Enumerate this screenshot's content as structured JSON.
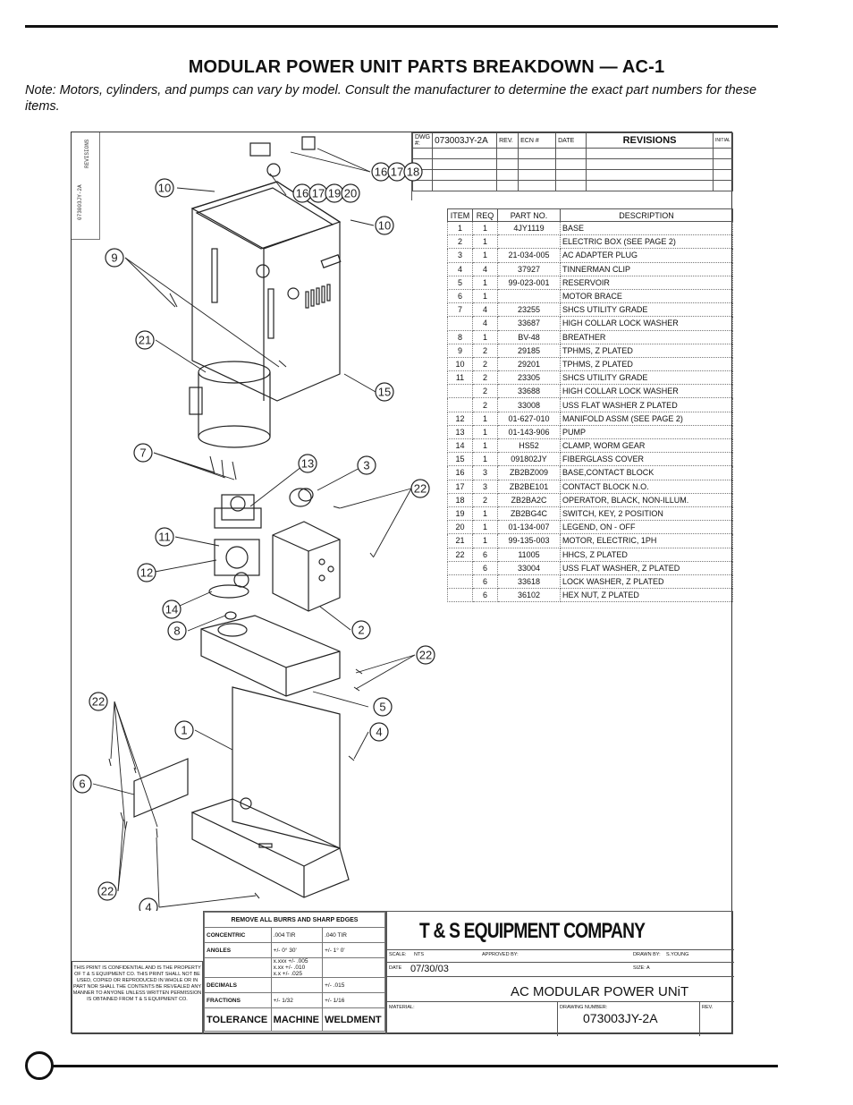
{
  "header": {
    "title": "MODULAR POWER UNIT PARTS BREAKDOWN — AC-1",
    "note": "Note:  Motors, cylinders, and pumps can vary by model.  Consult the manufacturer to determine the exact part numbers for these items."
  },
  "side_strip": {
    "label1": "073003JY-2A",
    "label2": "REVISIONS"
  },
  "revision_block": {
    "dwg_label": "DWG #:",
    "dwg_value": "073003JY-2A",
    "rev_label": "REV.",
    "ecn_label": "ECN #",
    "date_label": "DATE",
    "revisions_label": "REVISIONS",
    "initial_label": "INITIAL"
  },
  "parts_table": {
    "headers": {
      "item": "ITEM",
      "req": "REQ",
      "part": "PART NO.",
      "desc": "DESCRIPTION"
    },
    "rows": [
      {
        "item": "1",
        "req": "1",
        "part": "4JY1119",
        "desc": "BASE"
      },
      {
        "item": "2",
        "req": "1",
        "part": "",
        "desc": "ELECTRIC BOX (SEE PAGE 2)"
      },
      {
        "item": "3",
        "req": "1",
        "part": "21-034-005",
        "desc": "AC ADAPTER PLUG"
      },
      {
        "item": "4",
        "req": "4",
        "part": "37927",
        "desc": "TINNERMAN CLIP"
      },
      {
        "item": "5",
        "req": "1",
        "part": "99-023-001",
        "desc": "RESERVOIR"
      },
      {
        "item": "6",
        "req": "1",
        "part": "",
        "desc": "MOTOR BRACE"
      },
      {
        "item": "7",
        "req": "4",
        "part": "23255",
        "desc": "SHCS UTILITY GRADE"
      },
      {
        "item": "",
        "req": "4",
        "part": "33687",
        "desc": "HIGH COLLAR LOCK WASHER"
      },
      {
        "item": "8",
        "req": "1",
        "part": "BV-48",
        "desc": "BREATHER"
      },
      {
        "item": "9",
        "req": "2",
        "part": "29185",
        "desc": "TPHMS, Z PLATED"
      },
      {
        "item": "10",
        "req": "2",
        "part": "29201",
        "desc": "TPHMS, Z PLATED"
      },
      {
        "item": "11",
        "req": "2",
        "part": "23305",
        "desc": "SHCS UTILITY GRADE"
      },
      {
        "item": "",
        "req": "2",
        "part": "33688",
        "desc": "HIGH COLLAR LOCK WASHER"
      },
      {
        "item": "",
        "req": "2",
        "part": "33008",
        "desc": "USS FLAT WASHER Z PLATED"
      },
      {
        "item": "12",
        "req": "1",
        "part": "01-627-010",
        "desc": "MANIFOLD ASSM (SEE PAGE 2)"
      },
      {
        "item": "13",
        "req": "1",
        "part": "01-143-906",
        "desc": "PUMP"
      },
      {
        "item": "14",
        "req": "1",
        "part": "HS52",
        "desc": "CLAMP, WORM GEAR"
      },
      {
        "item": "15",
        "req": "1",
        "part": "091802JY",
        "desc": "FIBERGLASS COVER"
      },
      {
        "item": "16",
        "req": "3",
        "part": "ZB2BZ009",
        "desc": "BASE,CONTACT BLOCK"
      },
      {
        "item": "17",
        "req": "3",
        "part": "ZB2BE101",
        "desc": "CONTACT BLOCK N.O."
      },
      {
        "item": "18",
        "req": "2",
        "part": "ZB2BA2C",
        "desc": "OPERATOR, BLACK, NON-ILLUM."
      },
      {
        "item": "19",
        "req": "1",
        "part": "ZB2BG4C",
        "desc": "SWITCH, KEY, 2 POSITION"
      },
      {
        "item": "20",
        "req": "1",
        "part": "01-134-007",
        "desc": "LEGEND, ON - OFF"
      },
      {
        "item": "21",
        "req": "1",
        "part": "99-135-003",
        "desc": "MOTOR, ELECTRIC, 1PH"
      },
      {
        "item": "22",
        "req": "6",
        "part": "11005",
        "desc": "HHCS, Z PLATED"
      },
      {
        "item": "",
        "req": "6",
        "part": "33004",
        "desc": "USS FLAT WASHER, Z PLATED"
      },
      {
        "item": "",
        "req": "6",
        "part": "33618",
        "desc": "LOCK WASHER, Z PLATED"
      },
      {
        "item": "",
        "req": "6",
        "part": "36102",
        "desc": "HEX NUT, Z PLATED"
      }
    ]
  },
  "callouts": [
    "10",
    "16",
    "17",
    "18",
    "16",
    "17",
    "19",
    "20",
    "10",
    "9",
    "21",
    "15",
    "7",
    "13",
    "3",
    "22",
    "11",
    "12",
    "14",
    "8",
    "2",
    "22",
    "5",
    "4",
    "22",
    "1",
    "6",
    "22",
    "4"
  ],
  "tolerance_block": {
    "header": "REMOVE ALL BURRS AND SHARP EDGES",
    "rows": [
      {
        "label": "CONCENTRIC",
        "machine": ".004 TIR",
        "weld": ".040 TIR"
      },
      {
        "label": "ANGLES",
        "machine": "+/- 0° 30'",
        "weld": "+/- 1° 0'"
      },
      {
        "label": "",
        "machine": "x.xxx +/- .005\nx.xx +/- .010\nx.x +/- .025",
        "weld": ""
      },
      {
        "label": "DECIMALS",
        "machine": "",
        "weld": "+/- .015"
      },
      {
        "label": "FRACTIONS",
        "machine": "+/- 1/32",
        "weld": "+/- 1/16"
      }
    ],
    "footer": {
      "tol": "TOLERANCE",
      "machine": "MACHINE",
      "weld": "WELDMENT"
    }
  },
  "confidential": "THIS PRINT IS CONFIDENTIAL AND IS THE PROPERTY OF T & S EQUIPMENT CO. THIS PRINT SHALL NOT BE USED, COPIED OR REPRODUCED IN WHOLE OR IN PART NOR SHALL THE CONTENTS BE REVEALED ANY MANNER TO ANYONE UNLESS WRITTEN PERMISSION IS OBTAINED FROM T & S EQUIPMENT CO.",
  "title_block": {
    "company": "T & S EQUIPMENT COMPANY",
    "scale_label": "SCALE:",
    "scale_value": "NTS",
    "approved_label": "APPROVED BY:",
    "drawn_label": "DRAWN BY:",
    "drawn_value": "S.YOUNG",
    "date_label": "DATE",
    "date_value": "07/30/03",
    "size_label": "SIZE: A",
    "drawing_title": "AC MODULAR POWER UNiT",
    "material_label": "MATERIAL:",
    "dwg_label": "DRAWING NUMBER:",
    "dwg_value": "073003JY-2A",
    "rev_label": "REV."
  }
}
